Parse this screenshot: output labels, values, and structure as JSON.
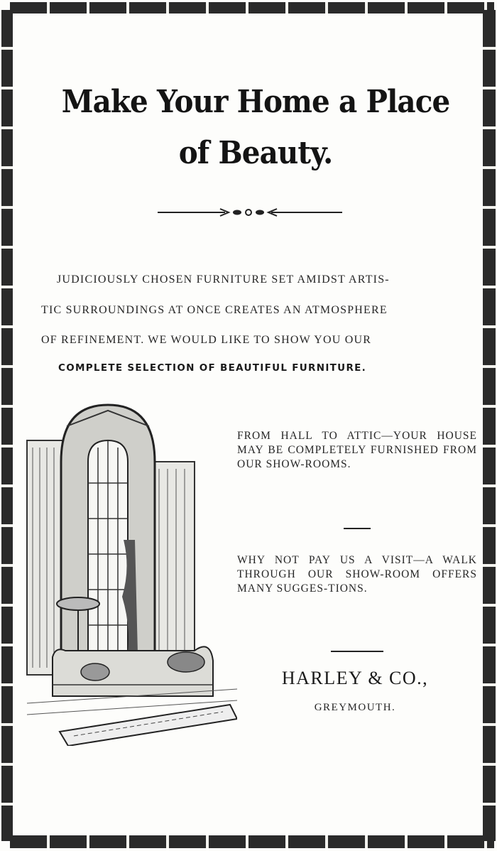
{
  "headline": {
    "line1": "Make Your Home a Place",
    "line2": "of Beauty."
  },
  "intro": {
    "line1": "JUDICIOUSLY CHOSEN FURNITURE SET AMIDST ARTIS-",
    "line2": "TIC SURROUNDINGS AT ONCE CREATES AN ATMOSPHERE",
    "line3": "OF REFINEMENT. WE WOULD LIKE TO SHOW YOU OUR",
    "line4": "COMPLETE SELECTION OF BEAUTIFUL FURNITURE."
  },
  "copy": {
    "paragraph1": "FROM HALL TO ATTIC—YOUR HOUSE MAY BE COMPLETELY FURNISHED FROM OUR SHOW-ROOMS.",
    "paragraph2": "WHY NOT PAY US A VISIT—A WALK THROUGH OUR SHOW-ROOM OFFERS MANY SUGGES-TIONS."
  },
  "advertiser": {
    "name": "HARLEY & CO.,",
    "town": "GREYMOUTH."
  },
  "illustration": {
    "subject": "drawing-room interior with arched window and daybed"
  }
}
